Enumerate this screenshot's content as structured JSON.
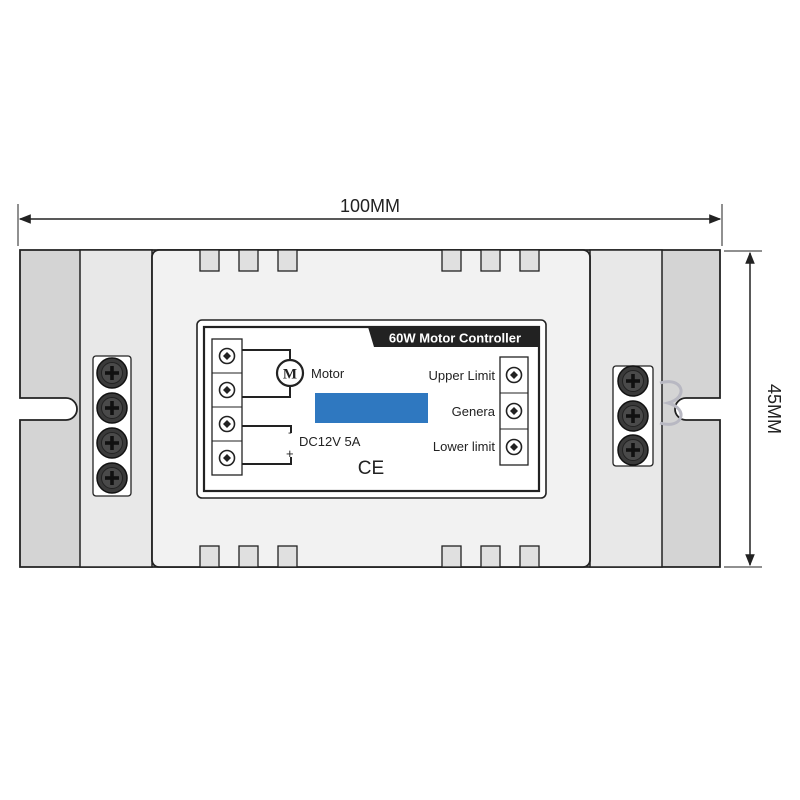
{
  "dimensions": {
    "width_label": "100MM",
    "height_label": "45MM"
  },
  "label": {
    "title": "60W Motor Controller",
    "motor_symbol": "M",
    "motor_label": "Motor",
    "power_label": "DC12V 5A",
    "minus_sign": "-",
    "plus_sign": "+",
    "ce_mark": "CE",
    "right_terminals": [
      "Upper Limit",
      "Genera",
      "Lower limit"
    ]
  },
  "colors": {
    "outline": "#222222",
    "body": "#f2f2f2",
    "flange": "#d4d4d4",
    "inner_panel": "#e8e8e8",
    "display_blue": "#2f78c0",
    "screw": "#3a3a3a"
  },
  "icons": {
    "terminal_screw": "terminal-screw-icon",
    "motor": "motor-circle-icon",
    "ce": "ce-mark-icon"
  }
}
